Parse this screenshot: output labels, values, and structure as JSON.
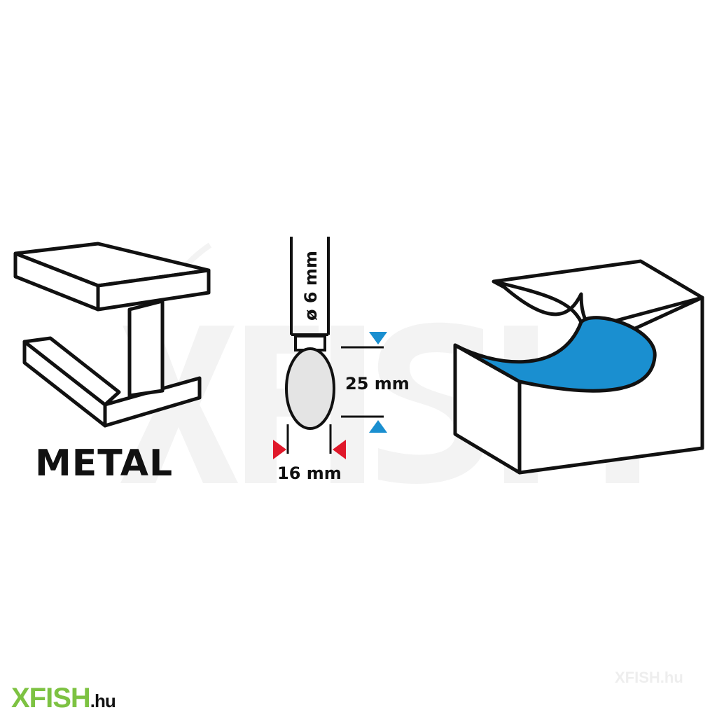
{
  "watermark": {
    "text": "XFISH"
  },
  "material": {
    "label": "METAL"
  },
  "tool": {
    "shank_diameter": "ø 6 mm",
    "head_length": "25 mm",
    "head_diameter": "16 mm"
  },
  "colors": {
    "accent_blue": "#1a8fd0",
    "marker_red": "#e0182a",
    "logo_green": "#7dc242"
  },
  "logo": {
    "brand": "XFISH",
    "suffix": ".hu",
    "faint": "XFISH.hu"
  }
}
